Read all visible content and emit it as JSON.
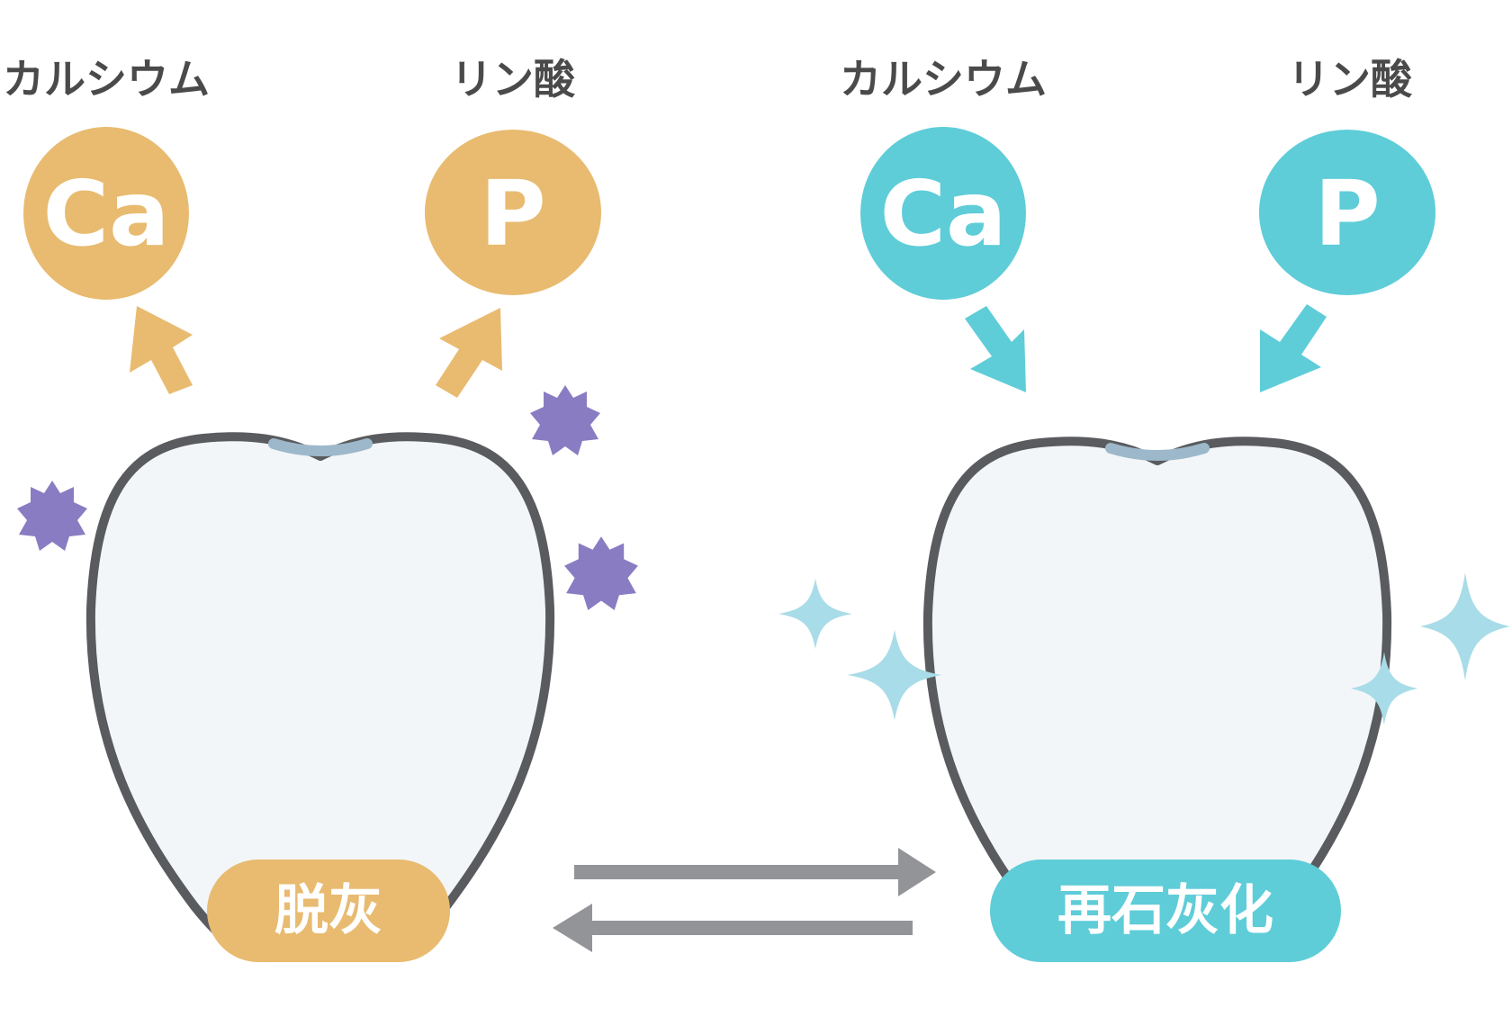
{
  "colors": {
    "demineral": "#E8BB70",
    "remineral": "#5ECDD8",
    "outline": "#5a5b5e",
    "tooth_fill": "#F3F6F8",
    "highlight": "#9DB8CA",
    "bacteria": "#8A7CC2",
    "sparkle": "#A8DCE8",
    "arrow_gray": "#939498"
  },
  "left": {
    "calcium_label": "カルシウム",
    "phosphate_label": "リン酸",
    "calcium_symbol": "Ca",
    "phosphate_symbol": "P",
    "process_label": "脱灰",
    "arrow_direction": "out",
    "decoration": "bacteria-icon"
  },
  "right": {
    "calcium_label": "カルシウム",
    "phosphate_label": "リン酸",
    "calcium_symbol": "Ca",
    "phosphate_symbol": "P",
    "process_label": "再石灰化",
    "arrow_direction": "in",
    "decoration": "sparkle-icon"
  },
  "center": {
    "forward_arrow": "arrow-right-icon",
    "reverse_arrow": "arrow-left-icon"
  }
}
